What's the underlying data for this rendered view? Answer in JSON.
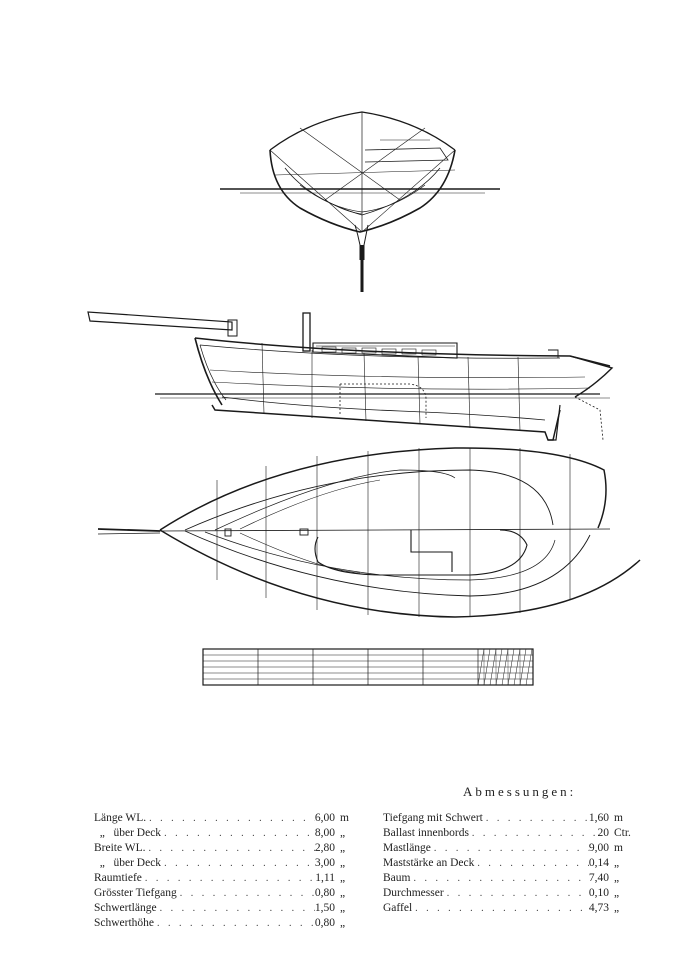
{
  "dimensions_heading": "Abmessungen:",
  "dimensions_left": [
    {
      "label": "Länge WL.",
      "value": "6,00",
      "unit": "m"
    },
    {
      "label": "  „   über Deck",
      "value": "8,00",
      "unit": "„"
    },
    {
      "label": "Breite WL.",
      "value": "2,80",
      "unit": "„"
    },
    {
      "label": "  „   über Deck",
      "value": "3,00",
      "unit": "„"
    },
    {
      "label": "Raumtiefe",
      "value": "1,11",
      "unit": "„"
    },
    {
      "label": "Grösster Tiefgang",
      "value": "0,80",
      "unit": "„"
    },
    {
      "label": "Schwertlänge",
      "value": "1,50",
      "unit": "„"
    },
    {
      "label": "Schwerthöhe",
      "value": "0,80",
      "unit": "„"
    }
  ],
  "dimensions_right": [
    {
      "label": "Tiefgang mit Schwert",
      "value": "1,60",
      "unit": "m"
    },
    {
      "label": "Ballast innenbords",
      "value": "20",
      "unit": "Ctr."
    },
    {
      "label": "Mastlänge",
      "value": "9,00",
      "unit": "m"
    },
    {
      "label": "Maststärke an Deck",
      "value": "0,14",
      "unit": "„"
    },
    {
      "label": "Baum",
      "value": "7,40",
      "unit": "„"
    },
    {
      "label": "Durchmesser",
      "value": "0,10",
      "unit": "„"
    },
    {
      "label": "Gaffel",
      "value": "4,73",
      "unit": "„"
    }
  ]
}
